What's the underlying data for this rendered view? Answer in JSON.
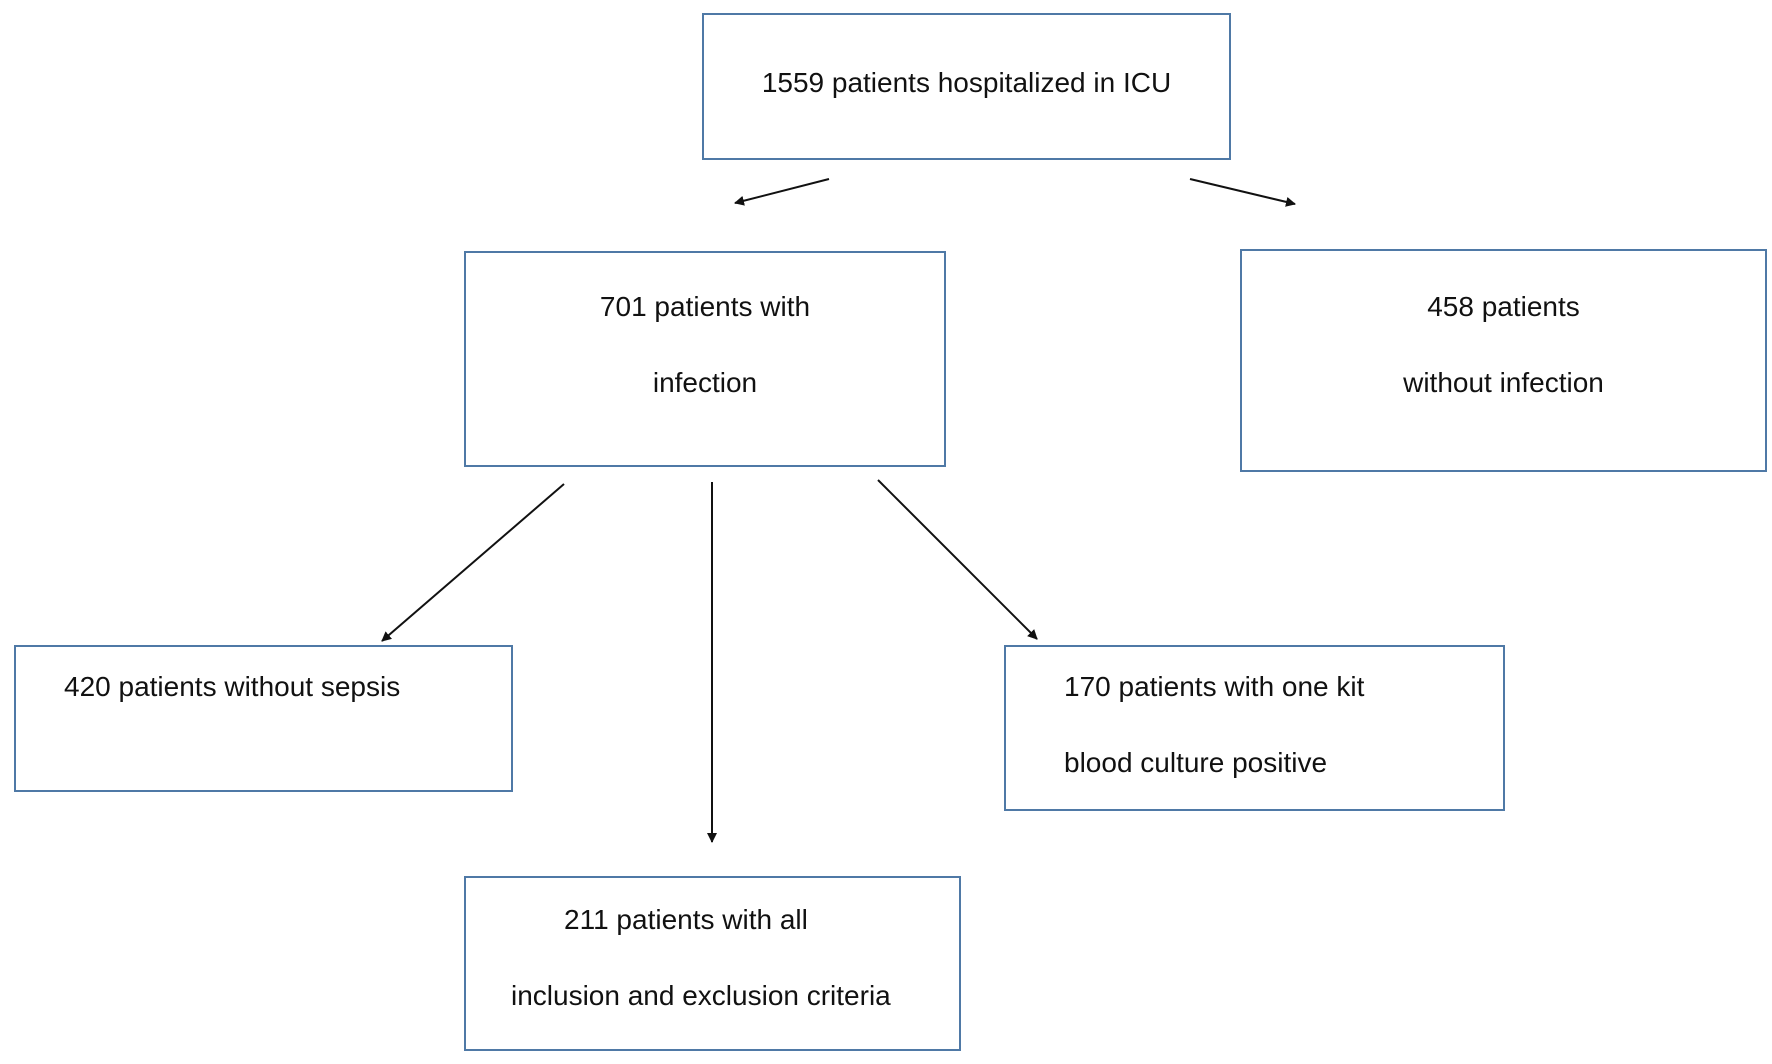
{
  "diagram": {
    "root": {
      "lines": [
        "1559 patients hospitalized in ICU"
      ]
    },
    "infection": {
      "lines": [
        "701 patients with",
        "infection"
      ]
    },
    "no_infection": {
      "lines": [
        "458 patients",
        "without infection"
      ]
    },
    "no_sepsis": {
      "lines": [
        "420 patients without sepsis"
      ]
    },
    "criteria": {
      "lines": [
        "211 patients with all",
        "inclusion and exclusion criteria"
      ]
    },
    "blood_culture": {
      "lines": [
        "170 patients with one kit",
        "blood culture positive"
      ]
    }
  },
  "colors": {
    "box_border": "#4f79a6",
    "arrow": "#111111",
    "text": "#111111"
  }
}
